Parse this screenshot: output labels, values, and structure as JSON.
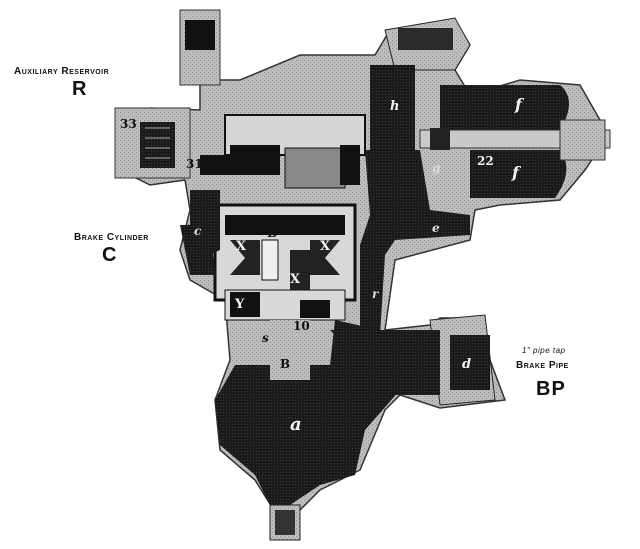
{
  "labels": {
    "aux_reservoir": "Auxiliary Reservoir",
    "aux_reservoir_letter": "R",
    "brake_cylinder": "Brake Cylinder",
    "brake_cylinder_letter": "C",
    "pipe_tap": "1\" pipe tap",
    "brake_pipe": "Brake Pipe",
    "brake_pipe_letter": "BP"
  },
  "part_marks": {
    "n33": "33",
    "n31": "31",
    "n22": "22",
    "n10": "10",
    "b_upper": "B",
    "b_lower": "B",
    "x_left": "X",
    "x_right": "X",
    "x_mid": "X",
    "y": "Y",
    "a_bottom": "a",
    "d_port": "d",
    "e_pass": "e",
    "f_upper": "f",
    "f_lower": "f",
    "g_mark": "g",
    "h_mark": "h",
    "r_mark": "r",
    "c_mark": "c",
    "s_mark": "s"
  },
  "colors": {
    "body": "#b9b9b9",
    "dark": "#101010",
    "mid": "#7a7a7a",
    "light": "#e4e4e4"
  }
}
